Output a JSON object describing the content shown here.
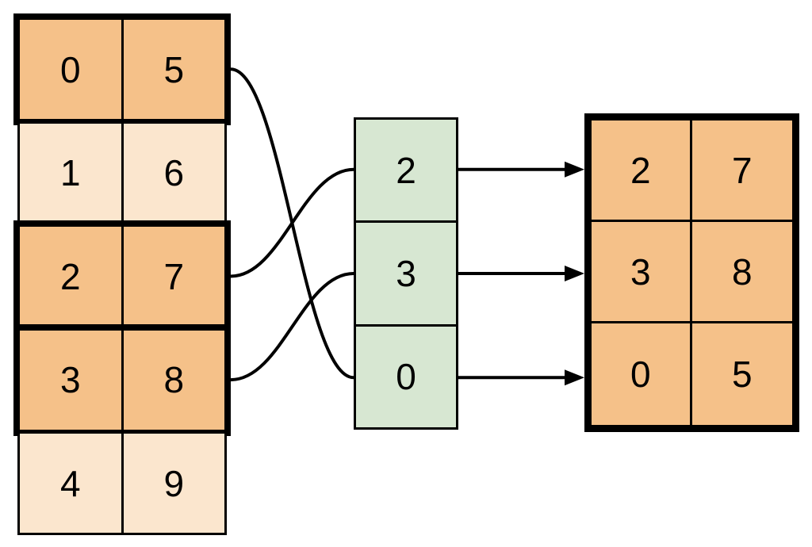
{
  "diagram_type": "array-row-indexing",
  "source_table": {
    "rows": [
      {
        "cells": [
          "0",
          "5"
        ],
        "highlighted": true
      },
      {
        "cells": [
          "1",
          "6"
        ],
        "highlighted": false
      },
      {
        "cells": [
          "2",
          "7"
        ],
        "highlighted": true
      },
      {
        "cells": [
          "3",
          "8"
        ],
        "highlighted": true
      },
      {
        "cells": [
          "4",
          "9"
        ],
        "highlighted": false
      }
    ]
  },
  "index_column": {
    "cells": [
      "2",
      "3",
      "0"
    ]
  },
  "result_table": {
    "rows": [
      {
        "cells": [
          "2",
          "7"
        ]
      },
      {
        "cells": [
          "3",
          "8"
        ]
      },
      {
        "cells": [
          "0",
          "5"
        ]
      }
    ]
  },
  "connections": {
    "curves": [
      {
        "from_source_row": 0,
        "to_index_value": "0"
      },
      {
        "from_source_row": 2,
        "to_index_value": "2"
      },
      {
        "from_source_row": 3,
        "to_index_value": "3"
      }
    ],
    "arrows": [
      {
        "from_index_value": "2",
        "to_result_row": 0
      },
      {
        "from_index_value": "3",
        "to_result_row": 1
      },
      {
        "from_index_value": "0",
        "to_result_row": 2
      }
    ]
  },
  "colors": {
    "highlight_fill": "#f5c189",
    "base_fill": "#fbe6ce",
    "index_fill": "#d7e7d2",
    "line": "#000000",
    "background": "#ffffff"
  }
}
